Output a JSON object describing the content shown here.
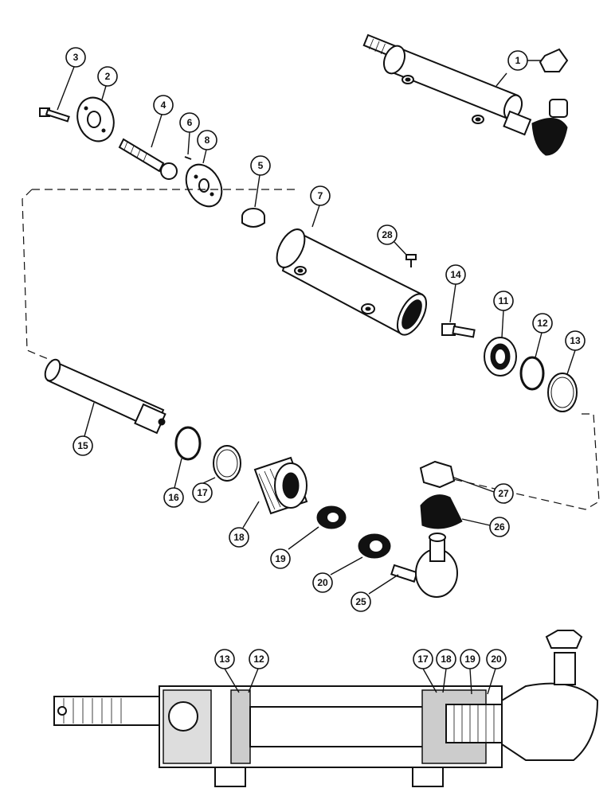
{
  "diagram": {
    "callouts": [
      {
        "id": "c1",
        "label": "1"
      },
      {
        "id": "c2",
        "label": "2"
      },
      {
        "id": "c3",
        "label": "3"
      },
      {
        "id": "c4",
        "label": "4"
      },
      {
        "id": "c5",
        "label": "5"
      },
      {
        "id": "c6",
        "label": "6"
      },
      {
        "id": "c7",
        "label": "7"
      },
      {
        "id": "c8",
        "label": "8"
      },
      {
        "id": "c11",
        "label": "11"
      },
      {
        "id": "c12",
        "label": "12"
      },
      {
        "id": "c13",
        "label": "13"
      },
      {
        "id": "c14",
        "label": "14"
      },
      {
        "id": "c15",
        "label": "15"
      },
      {
        "id": "c16",
        "label": "16"
      },
      {
        "id": "c17",
        "label": "17"
      },
      {
        "id": "c18",
        "label": "18"
      },
      {
        "id": "c19",
        "label": "19"
      },
      {
        "id": "c20",
        "label": "20"
      },
      {
        "id": "c25",
        "label": "25"
      },
      {
        "id": "c26",
        "label": "26"
      },
      {
        "id": "c27",
        "label": "27"
      },
      {
        "id": "c28",
        "label": "28"
      },
      {
        "id": "s13",
        "label": "13"
      },
      {
        "id": "s12",
        "label": "12"
      },
      {
        "id": "s17",
        "label": "17"
      },
      {
        "id": "s18",
        "label": "18"
      },
      {
        "id": "s19",
        "label": "19"
      },
      {
        "id": "s20",
        "label": "20"
      }
    ]
  }
}
